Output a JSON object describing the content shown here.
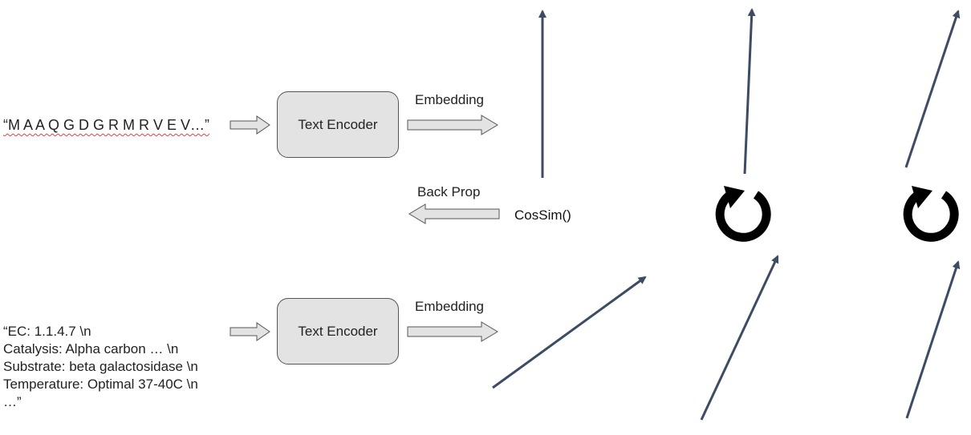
{
  "input_sequence": {
    "text": "“M A A Q G D G R M R V E V…”"
  },
  "input_enzyme": {
    "lines": [
      "“EC: 1.1.4.7 \\n",
      "Catalysis: Alpha carbon … \\n",
      "Substrate: beta galactosidase \\n",
      "Temperature: Optimal 37-40C \\n",
      "…”"
    ]
  },
  "encoders": {
    "top_label": "Text Encoder",
    "bottom_label": "Text Encoder"
  },
  "labels": {
    "embedding_top": "Embedding",
    "embedding_bottom": "Embedding",
    "back_prop": "Back Prop",
    "cos_sim": "CosSim()"
  },
  "icons": {
    "rotate_1": "rotate-clockwise-icon",
    "rotate_2": "rotate-clockwise-icon"
  },
  "colors": {
    "vector_arrow": "#3d4b63",
    "block_arrow_fill": "#e3e3e3",
    "block_arrow_stroke": "#555555",
    "encoder_fill": "#e3e3e3"
  }
}
